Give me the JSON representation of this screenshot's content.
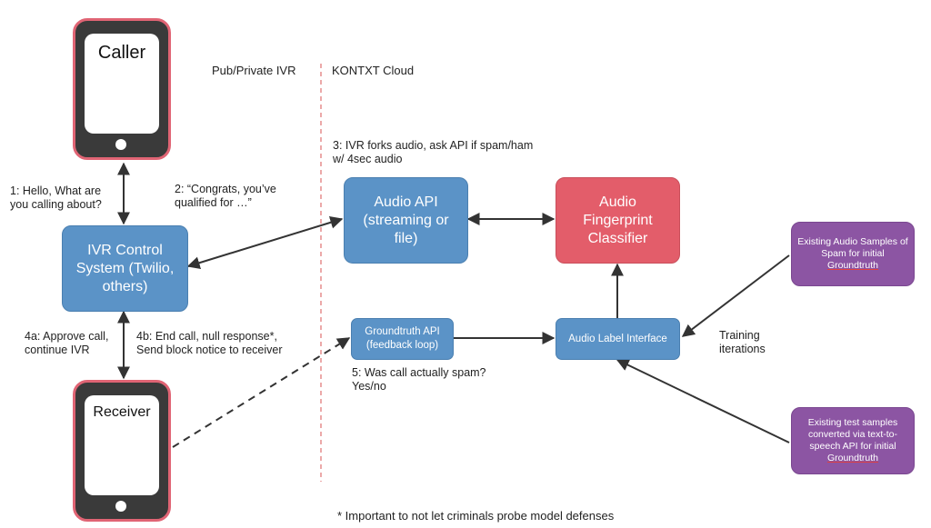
{
  "sections": {
    "left": "Pub/Private IVR",
    "right": "KONTXT Cloud"
  },
  "phones": {
    "caller": "Caller",
    "receiver": "Receiver"
  },
  "boxes": {
    "ivr": {
      "line1": "IVR Control",
      "line2": "System (Twilio,",
      "line3": "others)"
    },
    "audio_api": {
      "line1": "Audio API",
      "line2": "(streaming or",
      "line3": "file)"
    },
    "classifier": {
      "line1": "Audio",
      "line2": "Fingerprint",
      "line3": "Classifier"
    },
    "groundtruth": {
      "line1": "Groundtruth API",
      "line2": "(feedback loop)"
    },
    "label_interface": "Audio Label Interface",
    "spam_samples": {
      "line1": "Existing Audio Samples of",
      "line2": "Spam for initial",
      "line3": "Groundtruth"
    },
    "test_samples": {
      "line1": "Existing test samples",
      "line2": "converted via text-to-",
      "line3": "speech API for initial",
      "line4": "Groundtruth"
    }
  },
  "steps": {
    "s1": {
      "line1": "1: Hello, What are",
      "line2": "you calling about?"
    },
    "s2": {
      "line1": "2: “Congrats, you’ve",
      "line2": "qualified for …”"
    },
    "s3": {
      "line1": "3: IVR forks audio, ask API if spam/ham",
      "line2": "w/ 4sec audio"
    },
    "s4a": {
      "line1": "4a: Approve call,",
      "line2": "continue IVR"
    },
    "s4b": {
      "line1": "4b: End call, null response*,",
      "line2": "Send block notice to receiver"
    },
    "s5": {
      "line1": "5: Was call actually spam?",
      "line2": "Yes/no"
    },
    "training": {
      "line1": "Training",
      "line2": "iterations"
    }
  },
  "footnote": "* Important to not let criminals probe model defenses",
  "colors": {
    "blue": "#5b93c7",
    "red": "#e35d6a",
    "purple": "#8c55a3",
    "phone_body": "#3a3a3a",
    "phone_border": "#e06474",
    "divider": "#e07070"
  }
}
